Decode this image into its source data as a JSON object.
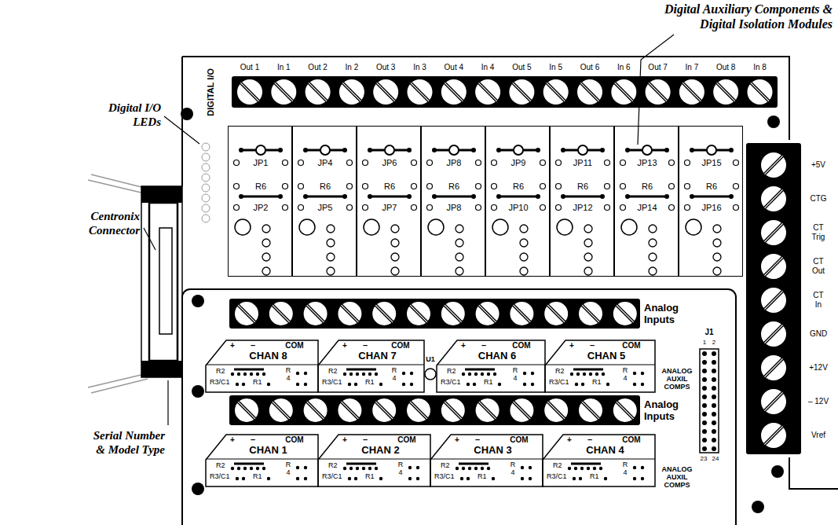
{
  "diagram": {
    "nodes": [
      {
        "text": [
          "JP1",
          "R6",
          "JP2"
        ]
      },
      {
        "text": [
          "JP4",
          "R6",
          "JP5"
        ]
      },
      {
        "text": [
          "JP6",
          "R6",
          "JP7"
        ]
      },
      {
        "text": [
          "JP8",
          "R6",
          "JP8"
        ]
      },
      {
        "text": [
          "JP9",
          "R6",
          "JP10"
        ]
      },
      {
        "text": [
          "JP11",
          "R6",
          "JP12"
        ]
      },
      {
        "text": [
          "JP13",
          "R6",
          "JP14"
        ]
      },
      {
        "text": [
          "JP15",
          "R6",
          "JP16"
        ]
      },
      {
        "text": [
          "+",
          "–",
          "COM",
          "CHAN 8",
          "R2",
          "R3/C1",
          "R1",
          "R 4"
        ]
      },
      {
        "text": [
          "+",
          "–",
          "COM",
          "CHAN 7",
          "R2",
          "R3/C1",
          "R1",
          "R 4"
        ]
      },
      {
        "text": [
          "+",
          "–",
          "COM",
          "CHAN 6",
          "R2",
          "R3/C1",
          "R1",
          "R 4"
        ]
      },
      {
        "text": [
          "+",
          "–",
          "COM",
          "CHAN 5",
          "R2",
          "R3/C1",
          "R1",
          "R 4"
        ]
      },
      {
        "text": [
          "+",
          "–",
          "COM",
          "CHAN 1",
          "R2",
          "R3/C1",
          "R1",
          "R 4"
        ]
      },
      {
        "text": [
          "+",
          "–",
          "COM",
          "CHAN 2",
          "R2",
          "R3/C1",
          "R1",
          "R 4"
        ]
      },
      {
        "text": [
          "+",
          "–",
          "COM",
          "CHAN 3",
          "R2",
          "R3/C1",
          "R1",
          "R 4"
        ]
      },
      {
        "text": [
          "+",
          "–",
          "COM",
          "CHAN 4",
          "R2",
          "R3/C1",
          "R1",
          "R 4"
        ]
      }
    ],
    "labels": [
      "Digital Auxiliary Components & Digital Isolation Modules",
      "Digital I/O LEDs",
      "Centronix Connector",
      "Serial Number & Model Type",
      "DIGITAL I/O",
      "Out 1",
      "In 1",
      "Out 2",
      "In 2",
      "Out 3",
      "In 3",
      "Out 4",
      "In 4",
      "Out 5",
      "In 5",
      "Out 6",
      "In 6",
      "Out 7",
      "In 7",
      "Out 8",
      "In 8",
      "+5V",
      "CTG",
      "CT Trig",
      "CT Out",
      "CT In",
      "GND",
      "+12V",
      "– 12V",
      "Vref",
      "Analog Inputs",
      "ANALOG AUXIL COMPS",
      "U1",
      "J1",
      "1",
      "2",
      "Analog Inputs",
      "ANALOG AUXIL COMPS",
      "23",
      "24"
    ]
  }
}
